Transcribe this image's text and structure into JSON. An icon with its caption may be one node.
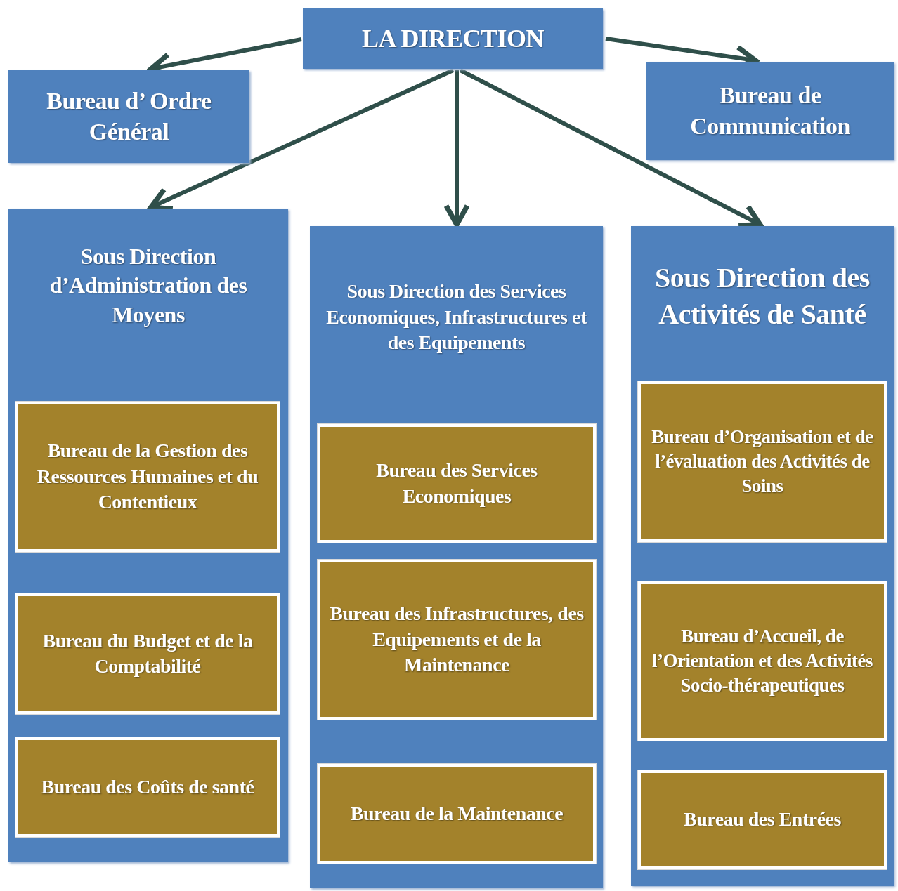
{
  "diagram": {
    "nodes": [
      {
        "text": [
          "LA DIRECTION"
        ]
      },
      {
        "text": [
          "Bureau d’ Ordre Général"
        ]
      },
      {
        "text": [
          "Bureau de Communication"
        ]
      },
      {
        "text": [
          "Sous Direction d’Administration des Moyens"
        ]
      },
      {
        "text": [
          "Bureau de la Gestion des Ressources Humaines et du Contentieux"
        ],
        "in": 3
      },
      {
        "text": [
          "Bureau du Budget et de la Comptabilité"
        ],
        "in": 3
      },
      {
        "text": [
          "Bureau des Coûts de santé"
        ],
        "in": 3
      },
      {
        "text": [
          "Sous Direction des Services Economiques, Infrastructures et des Equipements"
        ]
      },
      {
        "text": [
          "Bureau des Services Economiques"
        ],
        "in": 7
      },
      {
        "text": [
          "Bureau des Infrastructures, des Equipements et de la Maintenance"
        ],
        "in": 7
      },
      {
        "text": [
          "Bureau de la Maintenance"
        ],
        "in": 7
      },
      {
        "text": [
          "Sous Direction des Activités de Santé"
        ]
      },
      {
        "text": [
          "Bureau d’Organisation et de l’évaluation des Activités de Soins"
        ],
        "in": 11
      },
      {
        "text": [
          "Bureau d’Accueil, de l’Orientation et des Activités Socio-thérapeutiques"
        ],
        "in": 11
      },
      {
        "text": [
          "Bureau des Entrées"
        ],
        "in": 11
      }
    ],
    "edges": [
      {
        "from": 0,
        "to": 1,
        "arrow": "to"
      },
      {
        "from": 0,
        "to": 2,
        "arrow": "to"
      },
      {
        "from": 0,
        "to": 3,
        "arrow": "to"
      },
      {
        "from": 0,
        "to": 7,
        "arrow": "to"
      },
      {
        "from": 0,
        "to": 11,
        "arrow": "to"
      }
    ]
  }
}
